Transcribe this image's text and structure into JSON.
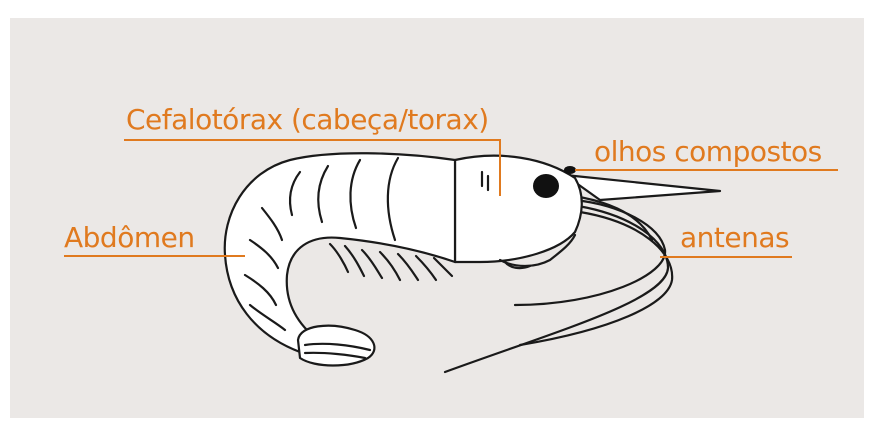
{
  "labels": {
    "cephalothorax": "Cefalotórax (cabeça/torax)",
    "eyes": "olhos compostos",
    "abdomen": "Abdômen",
    "antennae": "antenas"
  },
  "colors": {
    "background": "#ebe8e6",
    "label": "#e07a1f",
    "outline": "#1a1a1a",
    "body_fill": "#ffffff"
  }
}
